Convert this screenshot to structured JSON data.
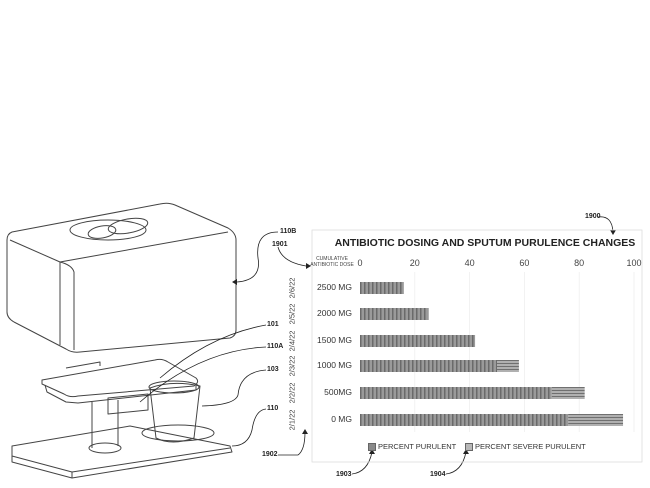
{
  "reference_numerals": {
    "chart": "1900",
    "y_axis_label_ref": "1901",
    "date_axis_ref": "1902",
    "legend_purulent_ref": "1903",
    "legend_severe_ref": "1904",
    "cover": "110B",
    "phone": "101",
    "holder": "110A",
    "cup": "103",
    "base": "110"
  },
  "chart_data": {
    "type": "bar",
    "orientation": "horizontal",
    "stacked": true,
    "title": "ANTIBIOTIC DOSING AND SPUTUM PURULENCE CHANGES",
    "ylabel": "CUMULATIVE ANTIBIOTIC DOSE",
    "categories": [
      "2500 MG",
      "2000 MG",
      "1500 MG",
      "1000 MG",
      "500MG",
      "0 MG"
    ],
    "dates": [
      "2/6/22",
      "2/5/22",
      "2/4/22",
      "2/3/22",
      "2/2/22",
      "2/1/22"
    ],
    "xlim": [
      0,
      100
    ],
    "xticks": [
      "0",
      "20",
      "40",
      "60",
      "80",
      "100"
    ],
    "grid": true,
    "legend_position": "bottom",
    "series": [
      {
        "name": "PERCENT PURULENT",
        "values": [
          16,
          25,
          42,
          50,
          70,
          76
        ],
        "color": "#8a8a8a"
      },
      {
        "name": "PERCENT SEVERE PURULENT",
        "values": [
          0,
          0,
          0,
          8,
          12,
          20
        ],
        "color": "#9a9a9a"
      }
    ]
  }
}
